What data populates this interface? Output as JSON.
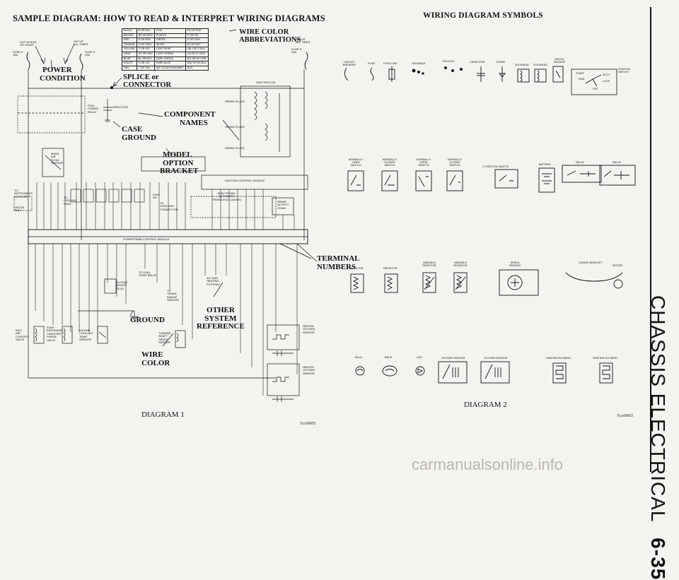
{
  "left_title": "SAMPLE DIAGRAM: HOW TO READ & INTERPRET WIRING DIAGRAMS",
  "right_title": "WIRING DIAGRAM SYMBOLS",
  "side_section": "CHASSIS ELECTRICAL",
  "side_page": "6-35",
  "watermark": "carmanualsonline.info",
  "diagram1": {
    "caption": "DIAGRAM 1",
    "code": "Tccs6W01",
    "callouts": {
      "wire_color_abbrev": [
        "WIRE COLOR",
        "ABBREVIATIONS"
      ],
      "power_condition": [
        "POWER",
        "CONDITION"
      ],
      "splice": [
        "SPLICE or",
        "CONNECTOR"
      ],
      "component_names": [
        "COMPONENT",
        "NAMES"
      ],
      "case_ground": [
        "CASE",
        "GROUND"
      ],
      "model_option": [
        "MODEL",
        "OPTION",
        "BRACKET"
      ],
      "terminal_numbers": [
        "TERMINAL",
        "NUMBERS"
      ],
      "other_system": [
        "OTHER",
        "SYSTEM",
        "REFERENCE"
      ],
      "ground": "GROUND",
      "wire_color": [
        "WIRE",
        "COLOR"
      ]
    },
    "small_labels": {
      "hot_in_run": [
        "HOT IN RUN",
        "OR START"
      ],
      "hot_at_all_times_l": [
        "HOT AT",
        "ALL TIMES"
      ],
      "hot_at_all_times_r": [
        "HOT AT",
        "ALL TIMES"
      ],
      "fuse_6": [
        "FUSE 6",
        "15A"
      ],
      "fuse_5": [
        "FUSE 5",
        "20A"
      ],
      "fuse_e": [
        "FUSE E",
        "30A"
      ],
      "ignition_coil": "IGNITION COIL",
      "pcm_relay": [
        "PCM",
        "POWER",
        "RELAY"
      ],
      "capacitor": "CAPACITOR",
      "spark_plugs": "SPARK PLUGS",
      "mass_air": [
        "MASS",
        "AIR",
        "FLOW",
        "SENSOR"
      ],
      "to_instrument": [
        "TO",
        "INSTRUMENT",
        "CLUSTER"
      ],
      "to_cooling": [
        "TO",
        "COOLING",
        "FANS"
      ],
      "digital_only": [
        "DIGITAL",
        "ONLY"
      ],
      "ignition_control_module": "IGNITION CONTROL MODULE",
      "electronic_auto": [
        "ELECTRONIC",
        "AUTOMATIC",
        "TRANS AXLE (4AXLE)"
      ],
      "fuel_inj": [
        "FUEL",
        "INJ"
      ],
      "to_data_link": [
        "TO",
        "DATA LINK",
        "CONNECTOR"
      ],
      "spark_output": [
        "SPARK",
        "OUTPUT",
        "CONN"
      ],
      "pcm": "POWERTRAIN CONTROL MODULE",
      "octane_adjust": [
        "OCTANE",
        "ADJUST",
        "PLUG"
      ],
      "to_fuel_pump": [
        "TO FUEL",
        "PUMP RELAY"
      ],
      "to_trans_range": [
        "TO",
        "TRANS",
        "RANGE",
        "SENSOR"
      ],
      "ac_heating": [
        "A/C AND",
        "HEATING",
        "SYSTEMS"
      ],
      "idle_air": [
        "IDLE",
        "AIR",
        "CONTROL",
        "VALVE"
      ],
      "evap": [
        "EVAP",
        "EMISSIONS",
        "CANISTER",
        "PURGE",
        "VALVE"
      ],
      "engine_coolant": [
        "ENGINE",
        "COOLANT",
        "TEMP",
        "SENSOR"
      ],
      "turbine_shaft": [
        "TURBINE",
        "SHAFT",
        "SPEED",
        "SENSOR"
      ],
      "heated_o2_1": [
        "HEATED",
        "OXYGEN",
        "SENSOR"
      ],
      "heated_o2_2": [
        "HEATED",
        "OXYGEN",
        "SENSOR"
      ]
    },
    "wire_color_table": [
      [
        "BLACK",
        "B OR BLK",
        "PINK",
        "PK OR PNK"
      ],
      [
        "BROWN",
        "BR OR BRN",
        "PURPLE",
        "P OR PPL"
      ],
      [
        "RED",
        "R OR RED",
        "GREEN",
        "G OR GRN"
      ],
      [
        "ORANGE",
        "O OR ORG",
        "WHITE",
        "W OR WHT"
      ],
      [
        "YELLOW",
        "Y OR YEL",
        "LIGHT BLUE",
        "LBL OR LT BLU"
      ],
      [
        "GRAY",
        "GY OR GRY",
        "LIGHT GREEN",
        "LG OR LT GRN"
      ],
      [
        "BLUE",
        "BL OR BLU",
        "DARK GREEN",
        "DG OR DK GRN"
      ],
      [
        "VIOLET",
        "V OR VIO",
        "DARK BLUE",
        "DBL OR DK BLU"
      ],
      [
        "TAN",
        "T OR TAN",
        "NO COLOR AVAILABLE",
        "NCA"
      ]
    ]
  },
  "diagram2": {
    "caption": "DIAGRAM 2",
    "code": "Tccs6W02",
    "symbols_row1": [
      {
        "name": "CIRCUIT BREAKER"
      },
      {
        "name": "FUSE"
      },
      {
        "name": "FUSE LINK"
      },
      {
        "name": "GROUNDS"
      },
      {
        "name": "SPLICES"
      },
      {
        "name": "CAPACITOR"
      },
      {
        "name": "DIODE"
      },
      {
        "name": "SOLENOID"
      },
      {
        "name": "SOLENOID"
      },
      {
        "name": "KNOCK SENSOR"
      },
      {
        "name": "IGNITION SWITCH"
      }
    ],
    "ignition_positions": [
      "START",
      "ACCY",
      "RUN",
      "LOCK",
      "OFF"
    ],
    "symbols_row2": [
      {
        "name": "NORMALLY OPEN SWITCH"
      },
      {
        "name": "NORMALLY CLOSED SWITCH"
      },
      {
        "name": "NORMALLY OPEN SWITCH"
      },
      {
        "name": "NORMALLY CLOSED SWITCH"
      },
      {
        "name": "2 POSITION SWITCH"
      },
      {
        "name": "BATTERY"
      },
      {
        "name": "RELAY"
      },
      {
        "name": "RELAY"
      }
    ],
    "symbols_row3": [
      {
        "name": "RESISTOR"
      },
      {
        "name": "RESISTOR"
      },
      {
        "name": "VARIABLE RESISTOR"
      },
      {
        "name": "VARIABLE RESISTOR"
      },
      {
        "name": "SPEED SENSOR"
      },
      {
        "name": "CHOICE BRACKET"
      },
      {
        "name": "MOTOR"
      }
    ],
    "symbols_row4": [
      {
        "name": "BULB"
      },
      {
        "name": "BULB"
      },
      {
        "name": "LED"
      },
      {
        "name": "OXYGEN SENSOR"
      },
      {
        "name": "OXYGEN SENSOR"
      },
      {
        "name": "HEATING ELEMENT"
      },
      {
        "name": "HEATING ELEMENT"
      }
    ]
  }
}
